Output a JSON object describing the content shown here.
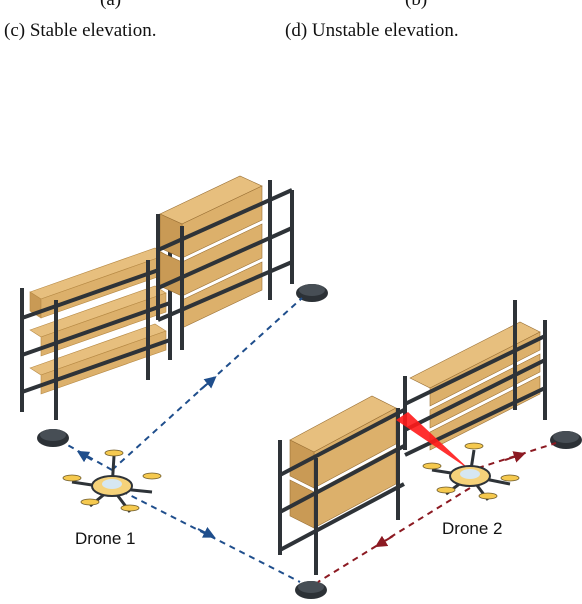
{
  "captions": {
    "previous_left": "(a)",
    "previous_right": "(b)",
    "left": "(c) Stable elevation.",
    "right": "(d) Unstable elevation."
  },
  "drones": [
    {
      "label": "Drone 1"
    },
    {
      "label": "Drone 2"
    }
  ],
  "colors": {
    "path_drone1": "#1f4e8c",
    "path_drone2": "#8c1a22",
    "box": "#e7bf7e",
    "box_shade": "#c99a55",
    "shelf": "#2e3338",
    "laser": "#ff1a1a",
    "drone_body": "#f5d27a"
  }
}
